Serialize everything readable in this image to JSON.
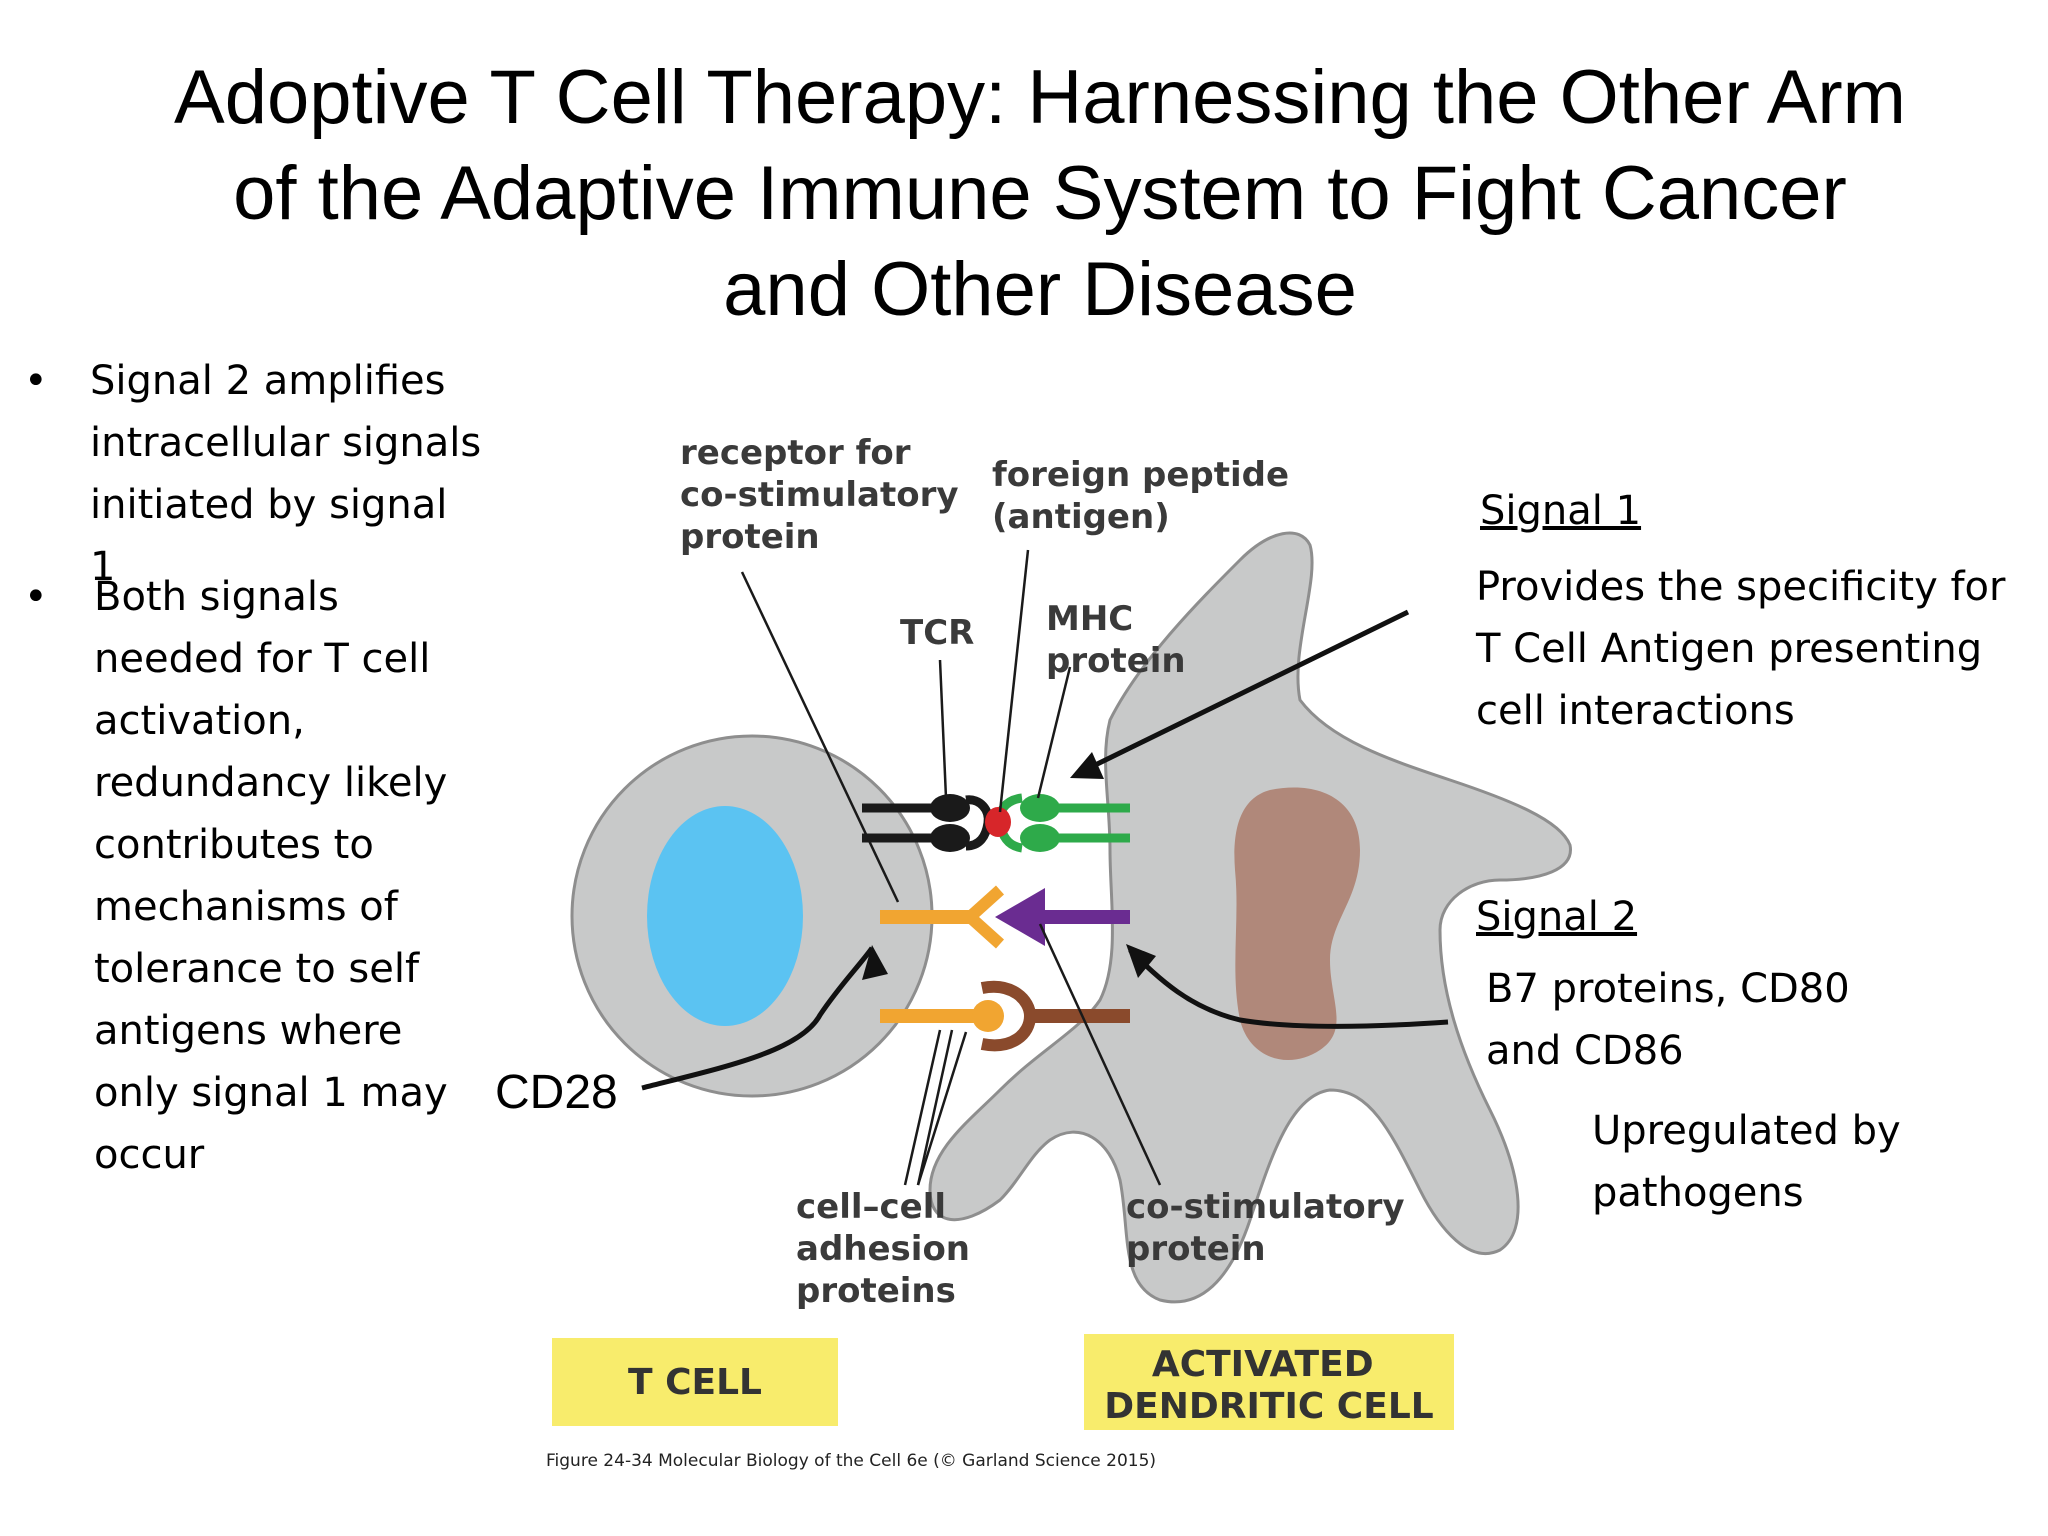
{
  "title": {
    "line1": "Adoptive T Cell Therapy: Harnessing the Other Arm",
    "line2": "of the Adaptive Immune System to Fight Cancer",
    "line3": "and Other Disease"
  },
  "bullets": {
    "item1": [
      "Signal 2 amplifies",
      "intracellular signals",
      "initiated by signal",
      "1"
    ],
    "item2": [
      "Both signals",
      "needed for T cell",
      "activation,",
      "redundancy likely",
      "contributes to",
      "mechanisms of",
      "tolerance to self",
      "antigens where",
      "only signal 1 may",
      "occur"
    ]
  },
  "signal1": {
    "heading": "Signal 1",
    "lines": [
      "Provides the specificity for",
      "T Cell Antigen presenting",
      "cell interactions"
    ]
  },
  "signal2": {
    "heading": "Signal 2",
    "lines": [
      "B7 proteins, CD80",
      "and CD86"
    ],
    "upregulated": [
      "Upregulated by",
      "pathogens"
    ]
  },
  "cd28_label": "CD28",
  "diagram": {
    "receptor_label": [
      "receptor for",
      "co-stimulatory",
      "protein"
    ],
    "foreign_peptide_label": [
      "foreign peptide",
      "(antigen)"
    ],
    "tcr_label": "TCR",
    "mhc_label": [
      "MHC",
      "protein"
    ],
    "adhesion_label": [
      "cell–cell",
      "adhesion",
      "proteins"
    ],
    "costim_label": [
      "co-stimulatory",
      "protein"
    ],
    "tcell_box": "T CELL",
    "dendritic_box": [
      "ACTIVATED",
      "DENDRITIC CELL"
    ],
    "caption": "Figure 24-34 Molecular Biology of the Cell 6e (© Garland Science 2015)"
  },
  "colors": {
    "cell_gray": "#c8c9c9",
    "nucleus_blue": "#5bc3f2",
    "nucleus_brown": "#b0887a",
    "green": "#2eaa4a",
    "orange": "#f1a531",
    "purple": "#6a2c91",
    "brown": "#8a4a2c",
    "yellow_box": "#f8ec6c"
  }
}
